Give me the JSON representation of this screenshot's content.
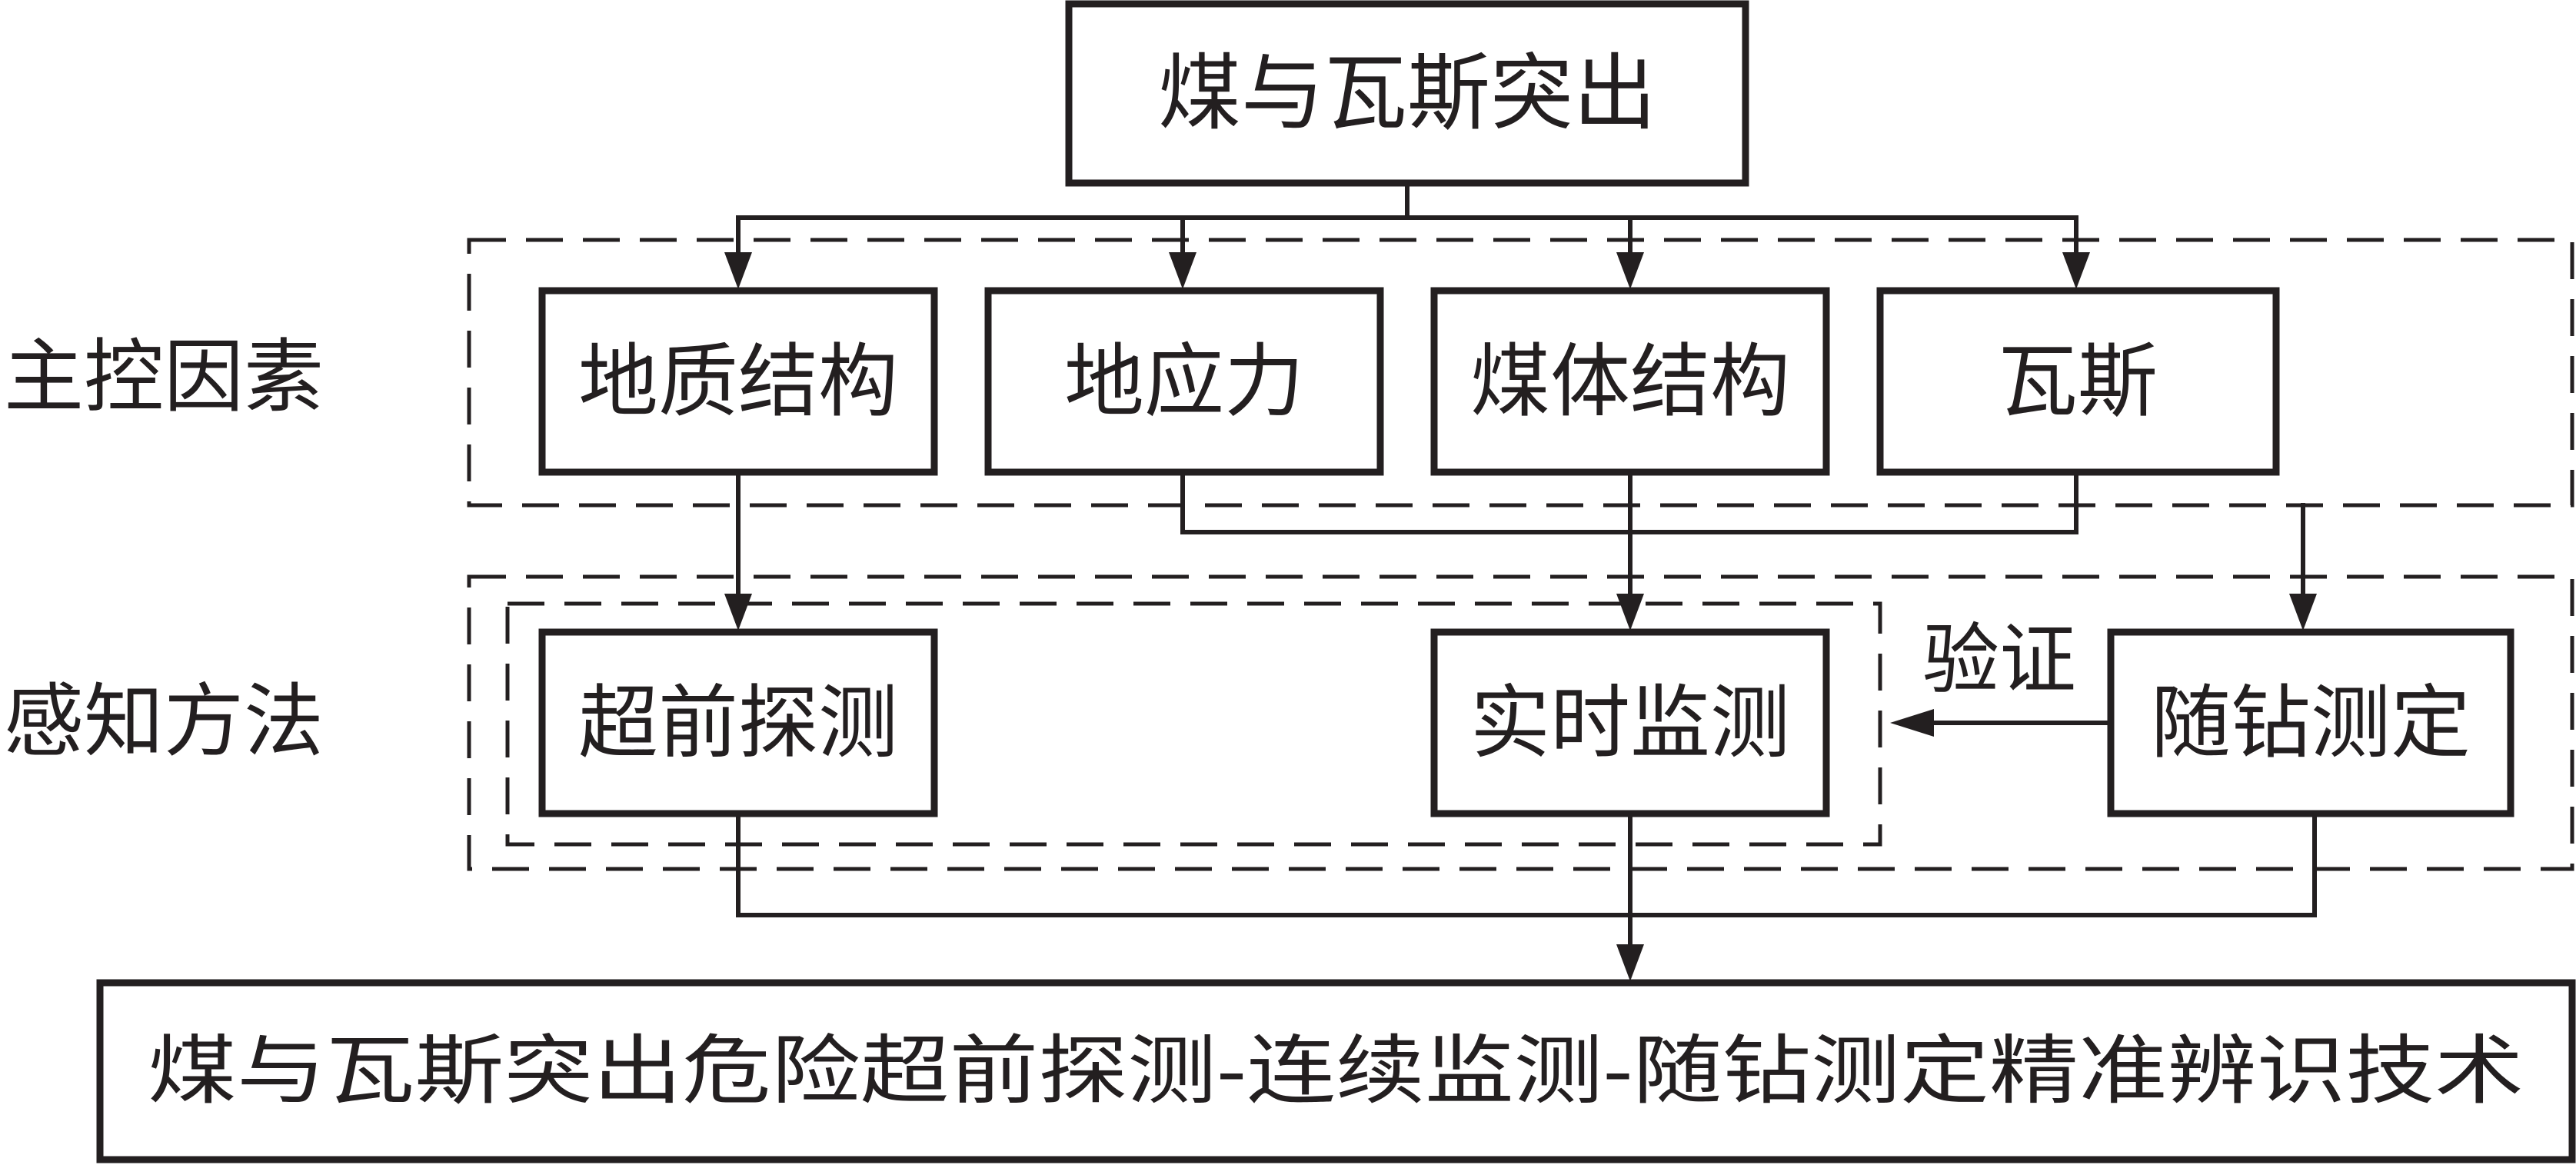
{
  "title": "煤与瓦斯突出",
  "groups": {
    "controls_label": "主控因素",
    "methods_label": "感知方法"
  },
  "factors": [
    {
      "label": "地质结构"
    },
    {
      "label": "地应力"
    },
    {
      "label": "煤体结构"
    },
    {
      "label": "瓦斯"
    }
  ],
  "methods": [
    {
      "label": "超前探测"
    },
    {
      "label": "实时监测"
    },
    {
      "label": "随钻测定"
    }
  ],
  "edges": {
    "verify_label": "验证"
  },
  "result": "煤与瓦斯突出危险超前探测-连续监测-随钻测定精准辨识技术"
}
